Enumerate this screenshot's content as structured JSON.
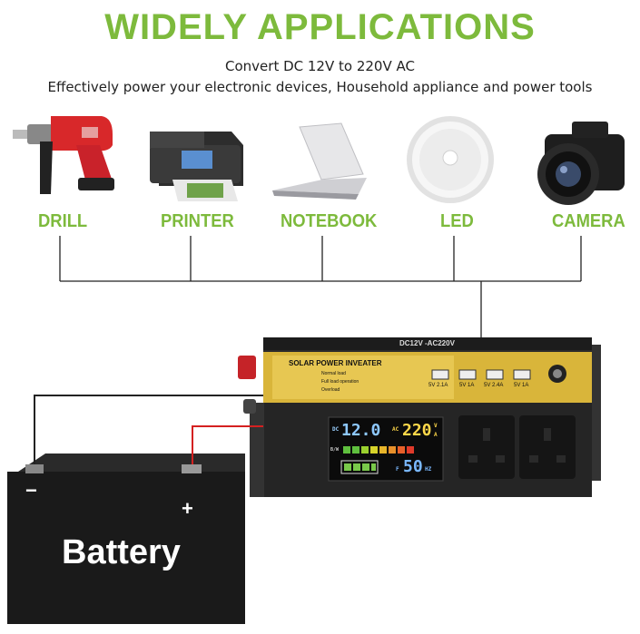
{
  "header": {
    "title": "WIDELY APPLICATIONS",
    "line1": "Convert DC 12V to 220V AC",
    "line2": "Effectively power your electronic devices, Household appliance and power tools"
  },
  "devices": [
    {
      "label": "DRILL",
      "icon": "drill-icon"
    },
    {
      "label": "PRINTER",
      "icon": "printer-icon"
    },
    {
      "label": "NOTEBOOK",
      "icon": "laptop-icon"
    },
    {
      "label": "LED",
      "icon": "led-lamp-icon"
    },
    {
      "label": "CAMERA",
      "icon": "camera-icon"
    }
  ],
  "inverter": {
    "model": "DC12V -AC220V",
    "brand": "SOLAR POWER INVEATER",
    "status_normal": "Normal load",
    "status_full": "Full load operation",
    "status_overload": "Overload",
    "usb_ports": [
      "5V 2.1A",
      "5V 1A",
      "5V 2.4A",
      "5V 1A"
    ],
    "display": {
      "dc_voltage": "12.0",
      "ac_voltage": "220",
      "frequency": "50",
      "freq_unit": "HZ",
      "dc_label": "DC",
      "ac_label": "AC",
      "v_label": "V",
      "a_label": "A",
      "f_label": "F",
      "bw_label": "B/W"
    }
  },
  "battery": {
    "label": "Battery",
    "minus": "−",
    "plus": "+"
  },
  "colors": {
    "accent_green": "#7dba3c",
    "inverter_body": "#2b2b2b",
    "inverter_panel": "#d9b53a",
    "battery_body": "#1a1a1a"
  }
}
